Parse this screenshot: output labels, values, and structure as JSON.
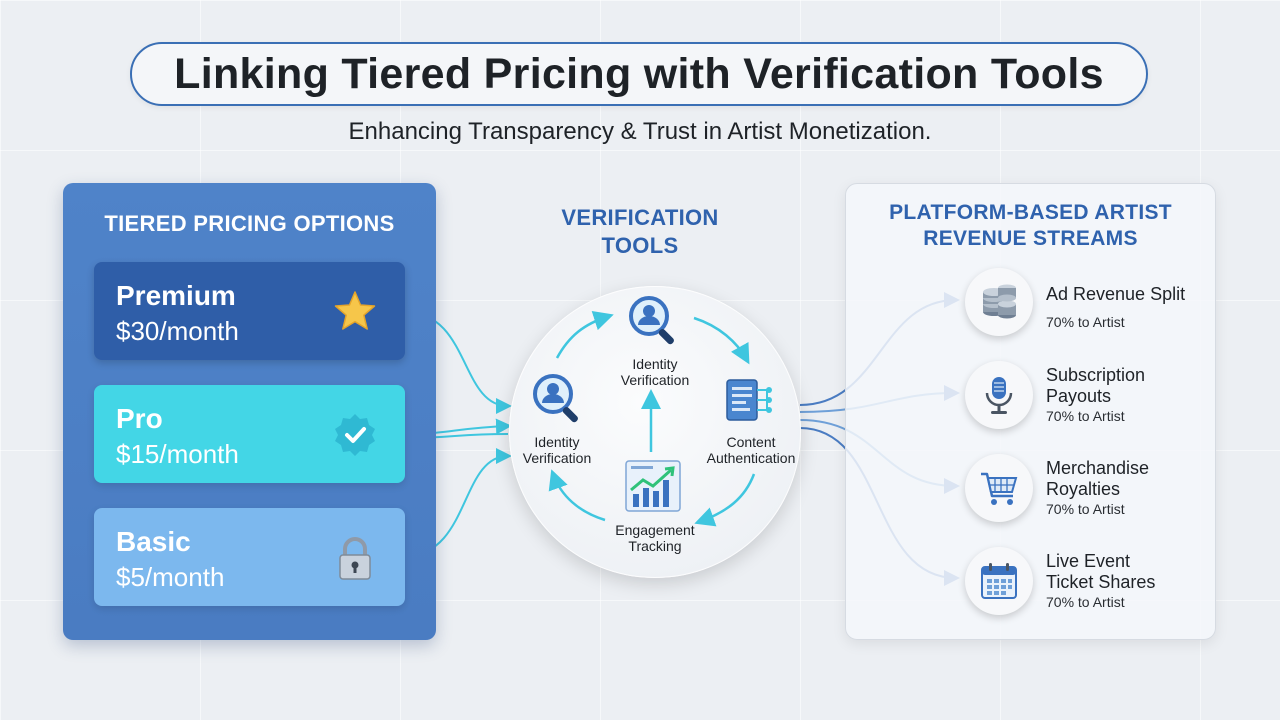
{
  "header": {
    "title": "Linking Tiered Pricing with Verification Tools",
    "subtitle": "Enhancing Transparency & Trust in Artist Monetization."
  },
  "pricing": {
    "title": "TIERED PRICING OPTIONS",
    "tiers": [
      {
        "name": "Premium",
        "price": "$30/month",
        "icon": "star-icon"
      },
      {
        "name": "Pro",
        "price": "$15/month",
        "icon": "verified-badge-icon"
      },
      {
        "name": "Basic",
        "price": "$5/month",
        "icon": "padlock-icon"
      }
    ]
  },
  "verification": {
    "title_line1": "VERIFICATION",
    "title_line2": "TOOLS",
    "nodes": {
      "top": {
        "line1": "Identity",
        "line2": "Verification",
        "icon": "user-search-icon"
      },
      "left": {
        "line1": "Identity",
        "line2": "Verification",
        "icon": "user-search-icon"
      },
      "right": {
        "line1": "Content",
        "line2": "Authentication",
        "icon": "document-network-icon"
      },
      "bottom": {
        "line1": "Engagement",
        "line2": "Tracking",
        "icon": "growth-chart-icon"
      }
    }
  },
  "revenue": {
    "title_line1": "PLATFORM-BASED ARTIST",
    "title_line2": "REVENUE STREAMS",
    "streams": [
      {
        "line1": "Ad Revenue Split",
        "line2": "",
        "share": "70% to Artist",
        "icon": "coin-stack-icon"
      },
      {
        "line1": "Subscription",
        "line2": "Payouts",
        "share": "70% to Artist",
        "icon": "microphone-icon"
      },
      {
        "line1": "Merchandise",
        "line2": "Royalties",
        "share": "70% to Artist",
        "icon": "shopping-cart-icon"
      },
      {
        "line1": "Live Event",
        "line2": "Ticket Shares",
        "share": "70% to Artist",
        "icon": "calendar-icon"
      }
    ]
  },
  "colors": {
    "accent_blue": "#2f62ad",
    "premium": "#2f5ea8",
    "pro": "#43d6e6",
    "basic": "#7cb8ee",
    "connector_cyan": "#3fc6df",
    "connector_blue": "#4a7cc2"
  }
}
